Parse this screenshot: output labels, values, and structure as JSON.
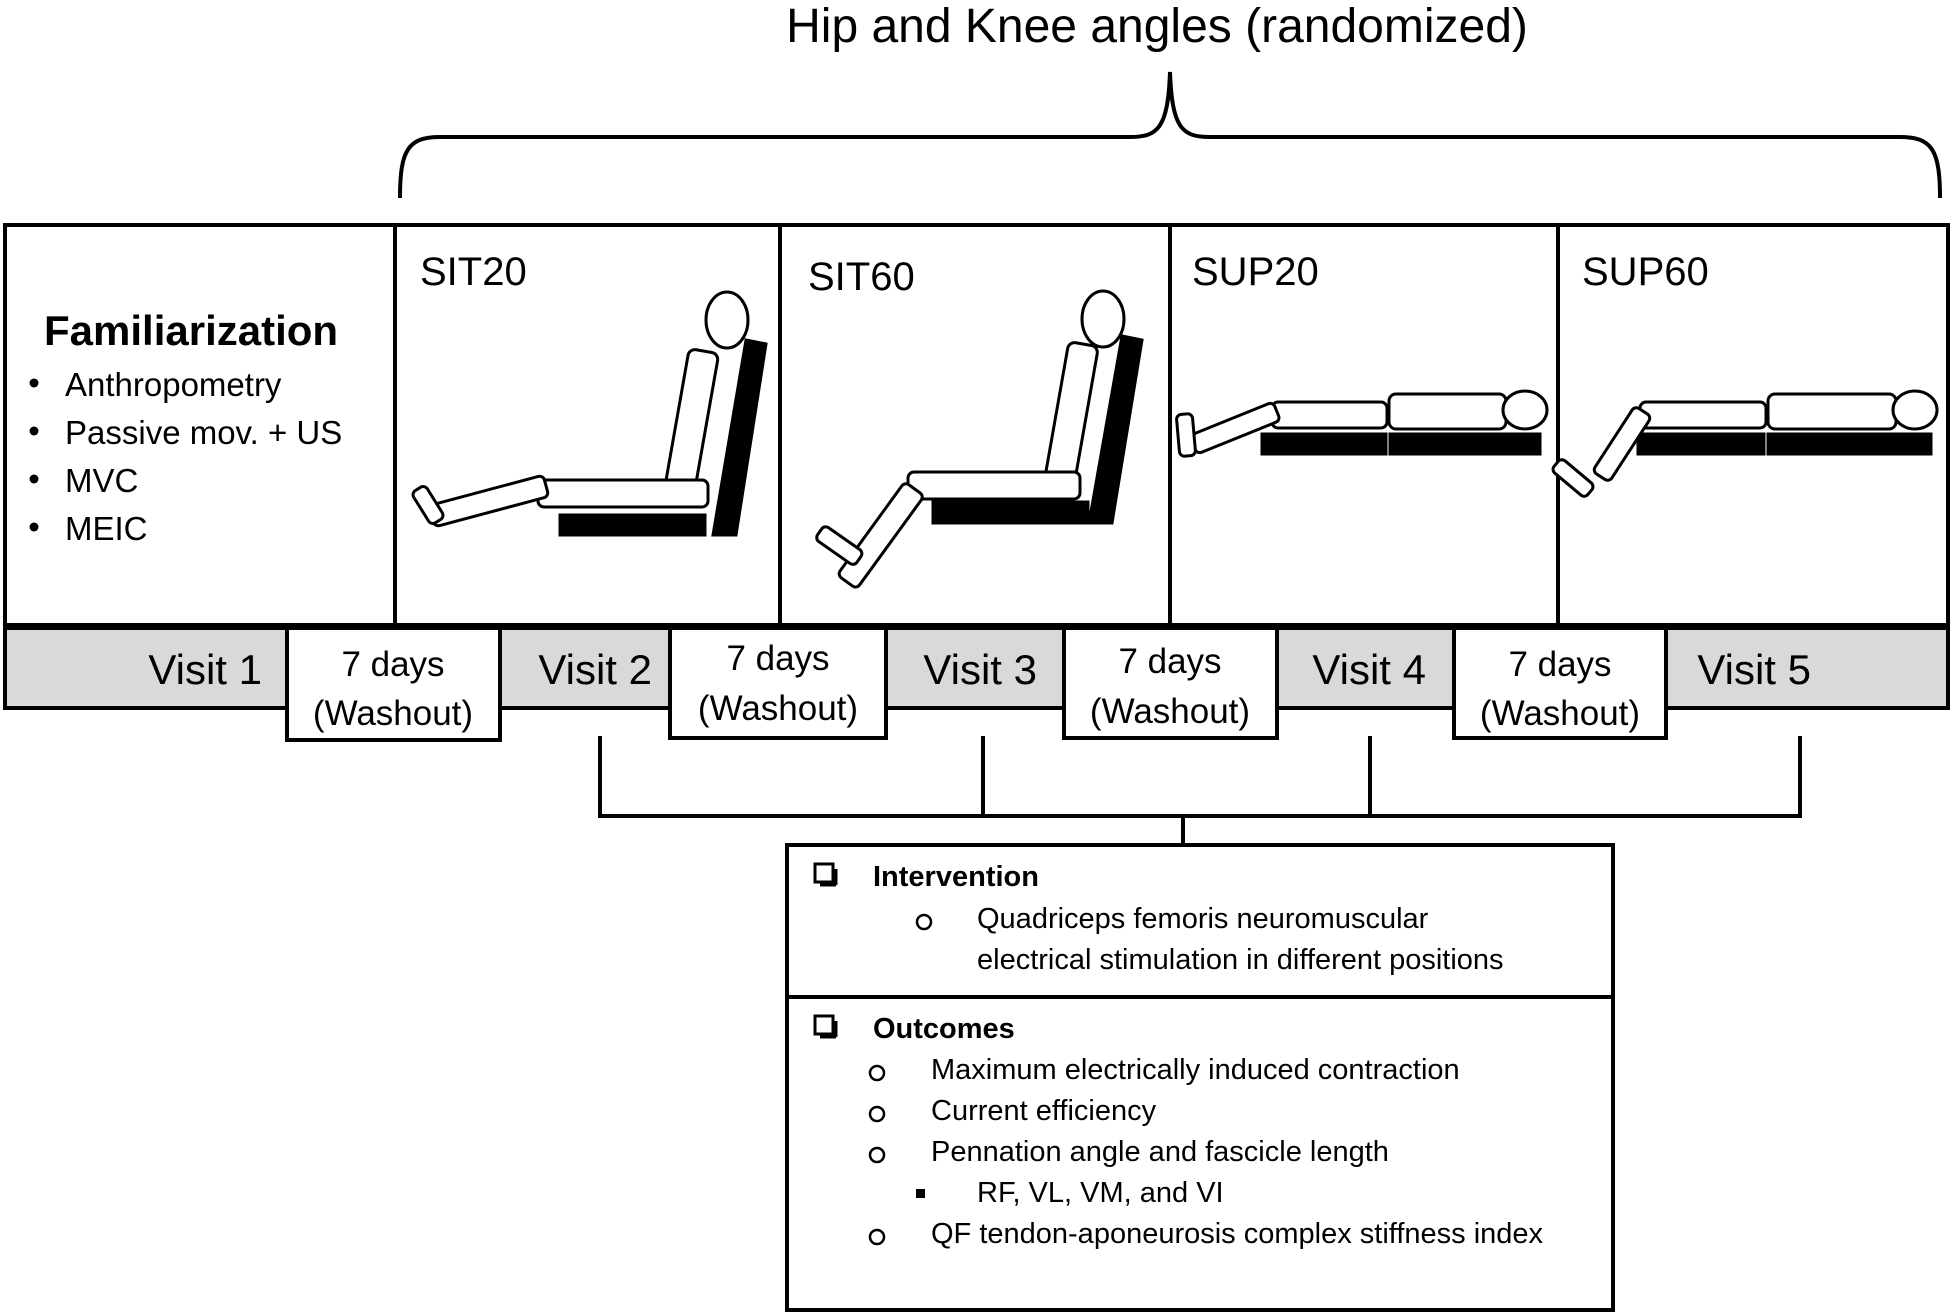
{
  "title": "Hip and Knee angles (randomized)",
  "familiarization": {
    "heading": "Familiarization",
    "items": [
      "Anthropometry",
      "Passive mov. + US",
      "MVC",
      "MEIC"
    ]
  },
  "positions": [
    "SIT20",
    "SIT60",
    "SUP20",
    "SUP60"
  ],
  "visits": [
    "Visit 1",
    "Visit 2",
    "Visit 3",
    "Visit 4",
    "Visit 5"
  ],
  "washouts": [
    {
      "days": "7 days",
      "note": "(Washout)"
    },
    {
      "days": "7 days",
      "note": "(Washout)"
    },
    {
      "days": "7 days",
      "note": "(Washout)"
    },
    {
      "days": "7 days",
      "note": "(Washout)"
    }
  ],
  "intervention": {
    "heading": "Intervention",
    "lines": [
      "Quadriceps femoris neuromuscular",
      "electrical stimulation in different positions"
    ]
  },
  "outcomes": {
    "heading": "Outcomes",
    "items": [
      "Maximum electrically induced contraction",
      "Current efficiency",
      "Pennation angle and fascicle length",
      "RF, VL, VM, and VI",
      "QF tendon-aponeurosis complex stiffness index"
    ]
  },
  "colors": {
    "visit_band": "#d9d9d9",
    "line": "#000000"
  }
}
